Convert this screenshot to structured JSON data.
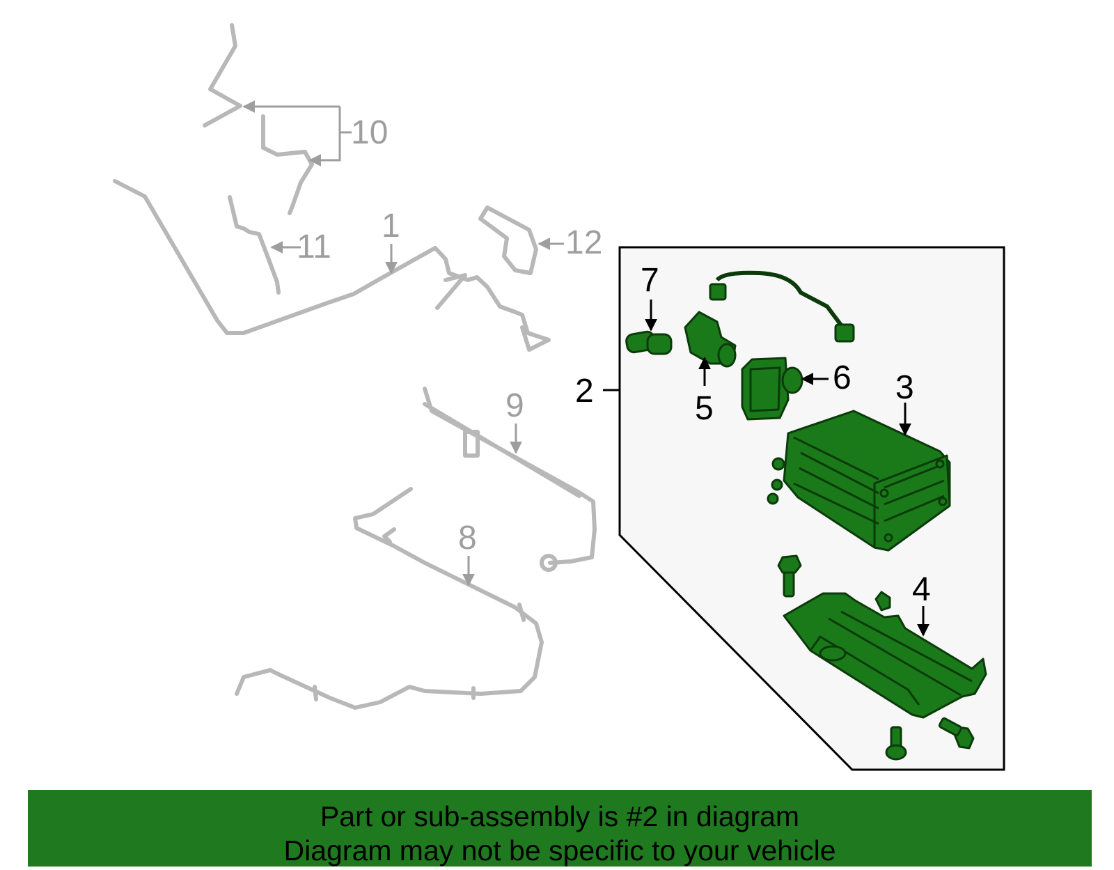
{
  "colors": {
    "background": "#ffffff",
    "panel_fill": "#f7f7f7",
    "panel_border": "#000000",
    "highlight_part": "#1a7a1a",
    "highlight_outline": "#0b3a0b",
    "ghost_part": "#b8b8b8",
    "ghost_label": "#9e9e9e",
    "active_label": "#000000",
    "banner_bg": "#1f7a1f",
    "banner_text": "#000000"
  },
  "callouts": [
    {
      "id": "1",
      "text": "1",
      "state": "ghost"
    },
    {
      "id": "2",
      "text": "2",
      "state": "active"
    },
    {
      "id": "3",
      "text": "3",
      "state": "active"
    },
    {
      "id": "4",
      "text": "4",
      "state": "active"
    },
    {
      "id": "5",
      "text": "5",
      "state": "active"
    },
    {
      "id": "6",
      "text": "6",
      "state": "active"
    },
    {
      "id": "7",
      "text": "7",
      "state": "active"
    },
    {
      "id": "8",
      "text": "8",
      "state": "ghost"
    },
    {
      "id": "9",
      "text": "9",
      "state": "ghost"
    },
    {
      "id": "10",
      "text": "10",
      "state": "ghost"
    },
    {
      "id": "11",
      "text": "11",
      "state": "ghost"
    },
    {
      "id": "12",
      "text": "12",
      "state": "ghost"
    }
  ],
  "banner": {
    "line1": "Part or sub-assembly is #2 in diagram",
    "line2": "Diagram may not be specific to your vehicle"
  }
}
